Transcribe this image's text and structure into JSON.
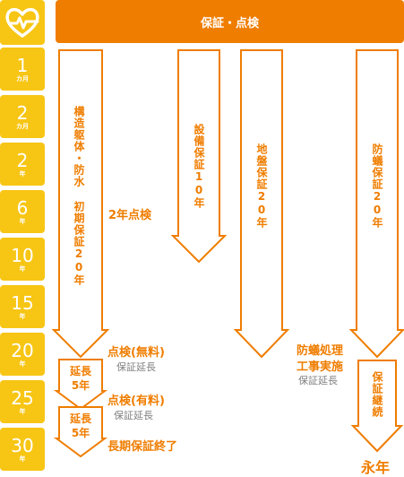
{
  "header": {
    "title": "保証・点検"
  },
  "timeline": [
    {
      "num": "1",
      "unit": "カ月"
    },
    {
      "num": "2",
      "unit": "カ月"
    },
    {
      "num": "2",
      "unit": "年"
    },
    {
      "num": "6",
      "unit": "年"
    },
    {
      "num": "10",
      "unit": "年"
    },
    {
      "num": "15",
      "unit": "年"
    },
    {
      "num": "20",
      "unit": "年"
    },
    {
      "num": "25",
      "unit": "年"
    },
    {
      "num": "30",
      "unit": "年"
    }
  ],
  "columns": {
    "structure": "構造躯体・防水 初期保証20年",
    "equipment": "設備保証10年",
    "ground": "地盤保証20年",
    "termite": "防蟻保証20年"
  },
  "extensions": [
    {
      "label": "延長\n5年"
    },
    {
      "label": "延長\n5年"
    }
  ],
  "labels": {
    "inspection_2y": "2年点検",
    "free_inspection": "点検(無料)",
    "free_extension": "保証延長",
    "paid_inspection": "点検(有料)",
    "paid_extension": "保証延長",
    "long_term_end": "長期保証終了",
    "termite_treatment_1": "防蟻処理",
    "termite_treatment_2": "工事実施",
    "termite_extension": "保証延長",
    "continued": "保証継続",
    "forever": "永年"
  },
  "colors": {
    "orange": "#ef7d00",
    "yellow": "#f7c514",
    "gray": "#808080"
  }
}
